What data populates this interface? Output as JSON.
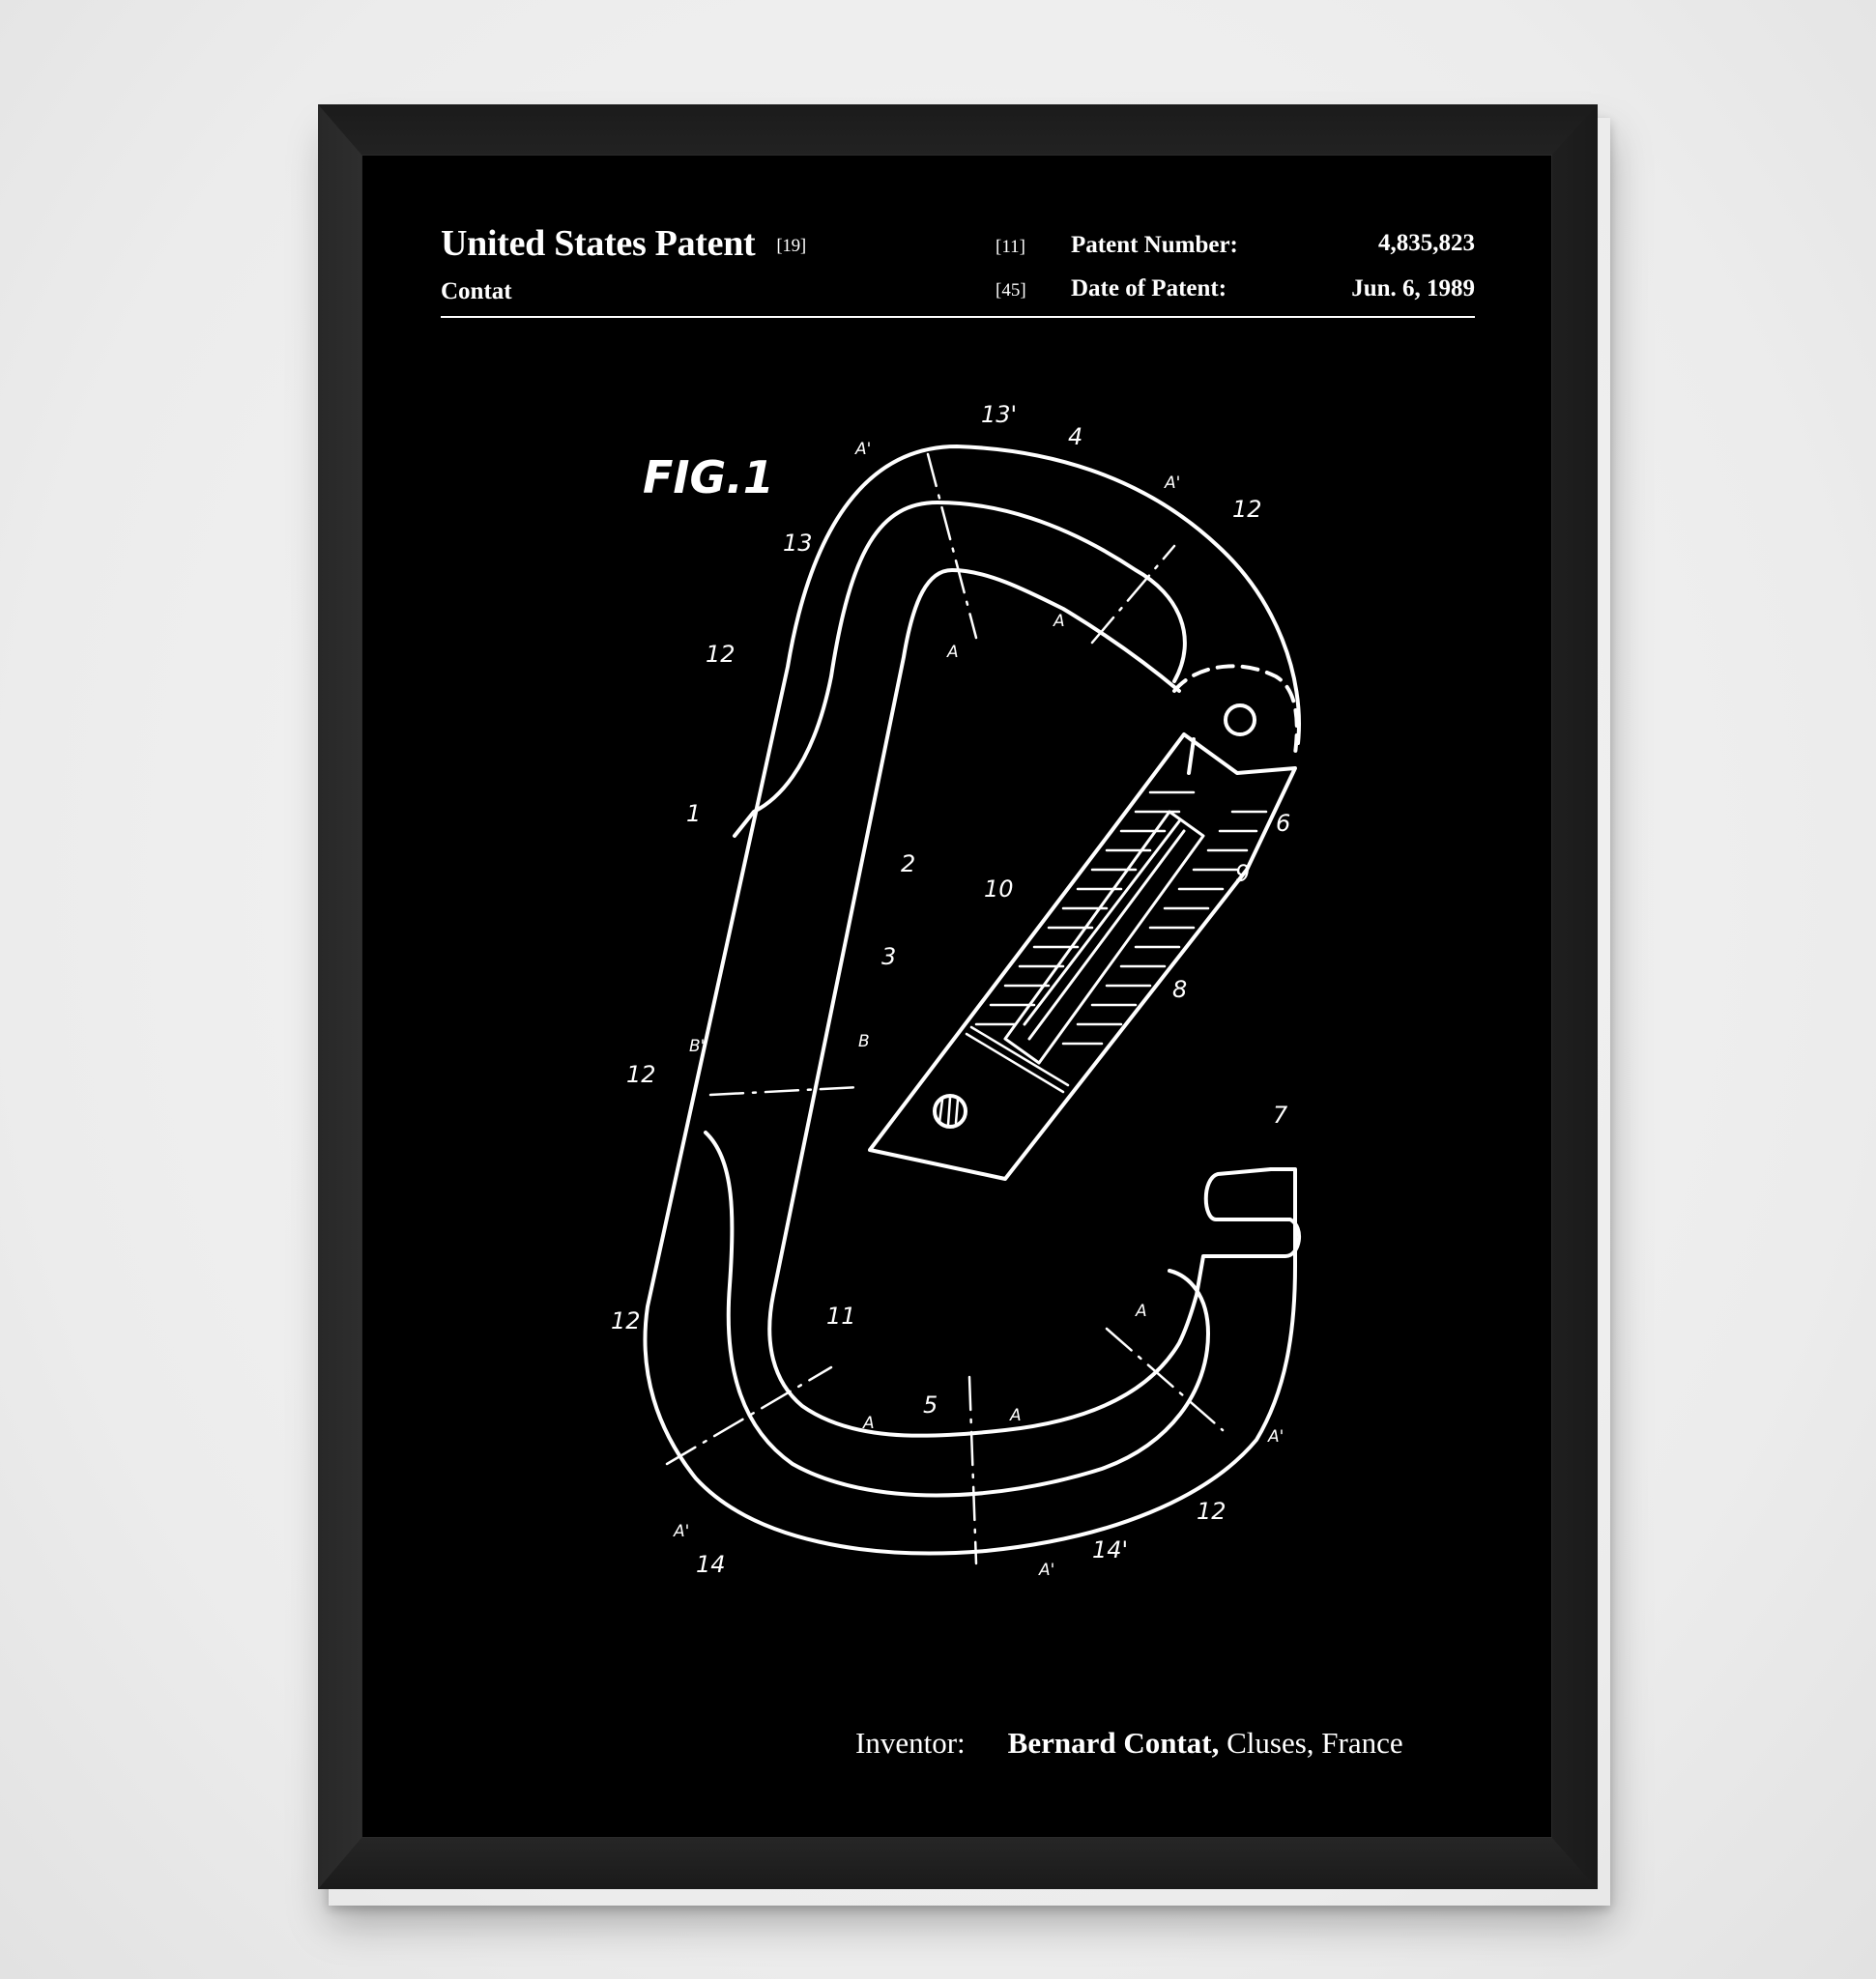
{
  "header": {
    "title": "United States Patent",
    "title_code": "[19]",
    "assignee": "Contat",
    "patent_number_code": "[11]",
    "patent_number_label": "Patent Number:",
    "patent_number": "4,835,823",
    "date_code": "[45]",
    "date_label": "Date of Patent:",
    "date": "Jun. 6, 1989"
  },
  "figure": {
    "label": "FIG.1",
    "reference_numerals": {
      "n1": "1",
      "n2": "2",
      "n3": "3",
      "n4": "4",
      "n5": "5",
      "n6": "6",
      "n7": "7",
      "n8": "8",
      "n9": "9",
      "n10": "10",
      "n11": "11",
      "n12": "12",
      "n13": "13",
      "n13p": "13'",
      "n14": "14",
      "n14p": "14'"
    },
    "section_marks": {
      "a": "A",
      "ap": "A'",
      "b": "B",
      "bp": "B'"
    }
  },
  "footer": {
    "inventor_label": "Inventor:",
    "inventor_name": "Bernard Contat,",
    "inventor_location": "Cluses, France"
  },
  "colors": {
    "ink": "#ffffff",
    "paper": "#000000",
    "frame": "#1e1e1e",
    "wall": "#efefef"
  }
}
